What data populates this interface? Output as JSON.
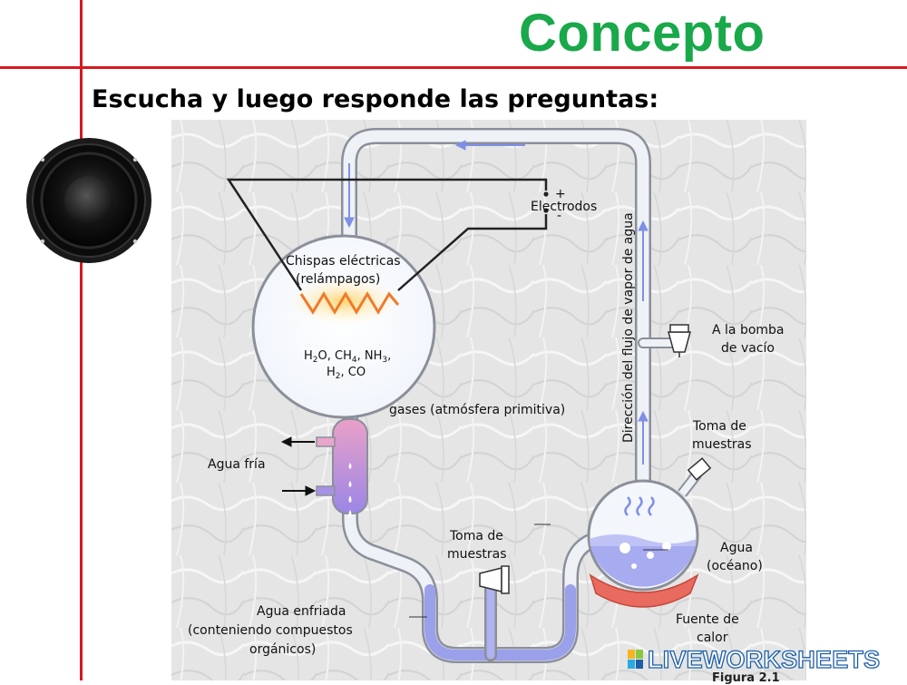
{
  "header": {
    "brand_title": "Concepto"
  },
  "instruction": "Escucha y luego responde las preguntas:",
  "audio": {
    "icon": "speaker-icon"
  },
  "diagram": {
    "labels": {
      "electrodes": "Electrodos",
      "plus": "+",
      "minus": "-",
      "sparks_line1": "Chispas eléctricas",
      "sparks_line2": "(relámpagos)",
      "gases": "gases (atmósfera primitiva)",
      "cold_water": "Agua fría",
      "vacuum_line1": "A la bomba",
      "vacuum_line2": "de vacío",
      "vapor_flow": "Dirección del flujo de vapor de agua",
      "sample_top_line1": "Toma de",
      "sample_top_line2": "muestras",
      "sample_bottom_line1": "Toma de",
      "sample_bottom_line2": "muestras",
      "water_line1": "Agua",
      "water_line2": "(océano)",
      "heat_line1": "Fuente de",
      "heat_line2": "calor",
      "cooled_line1": "Agua enfriada",
      "cooled_line2": "(conteniendo compuestos",
      "cooled_line3": "orgánicos)",
      "figure_caption": "Figura 2.1"
    },
    "colors": {
      "tube": "#e9eef7",
      "water": "#8f95e6",
      "heater": "#e96a5e",
      "spark": "#f07a2a"
    }
  },
  "watermark": {
    "text": "LIVEWORKSHEETS"
  }
}
